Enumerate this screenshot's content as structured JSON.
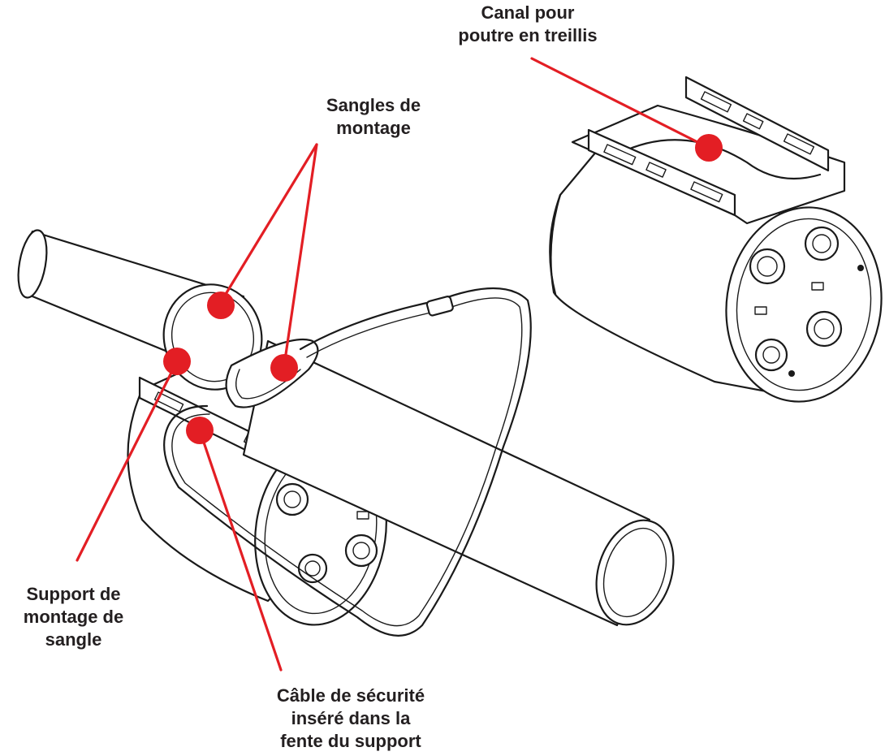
{
  "colors": {
    "callout": "#e31e24",
    "ink": "#1a1a1a",
    "text": "#231f20",
    "background": "#ffffff"
  },
  "callouts": [
    {
      "id": "truss-channel",
      "lines": [
        "Canal pour",
        "poutre en treillis"
      ]
    },
    {
      "id": "mounting-straps",
      "lines": [
        "Sangles de",
        "montage"
      ]
    },
    {
      "id": "strap-bracket",
      "lines": [
        "Support de",
        "montage de",
        "sangle"
      ]
    },
    {
      "id": "safety-cable",
      "lines": [
        "Câble de sécurité",
        "inséré dans la",
        "fente du support"
      ]
    }
  ]
}
